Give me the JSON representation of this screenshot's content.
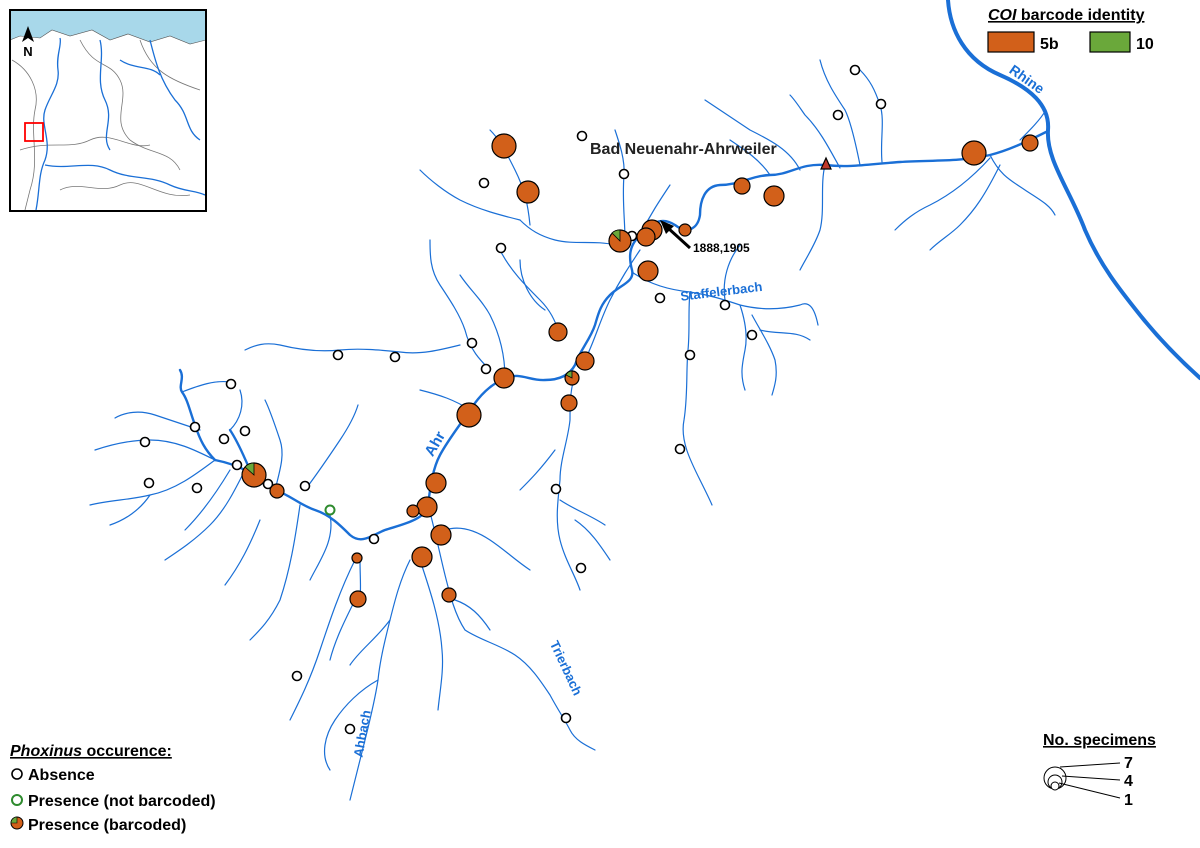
{
  "colors": {
    "river": "#1a6fd6",
    "haplotype_5b": "#d2601a",
    "haplotype_10": "#6aa83a",
    "presence_not_barcoded": "#2e8b2e",
    "absence": "#000000",
    "town_marker": "#c0392b",
    "inset_sea": "#a8d8ea",
    "inset_box": "#ff0000"
  },
  "inset": {
    "north": "N"
  },
  "labels": {
    "town": "Bad Neuenahr-Ahrweiler",
    "historic_records": "1888,1905",
    "rhine": "Rhine",
    "ahr": "Ahr",
    "staffelerbach": "Staffelerbach",
    "trierbach": "Trierbach",
    "ahbach": "Ahbach"
  },
  "legend_barcode": {
    "title_italic": "COI",
    "title_rest": " barcode identity",
    "items": [
      {
        "key": "5b",
        "label": "5b",
        "color": "#d2601a"
      },
      {
        "key": "10",
        "label": "10",
        "color": "#6aa83a"
      }
    ]
  },
  "legend_occurrence": {
    "title_italic": "Phoxinus",
    "title_rest": " occurence:",
    "items": [
      {
        "key": "absence",
        "label": "Absence"
      },
      {
        "key": "not_barcoded",
        "label": "Presence (not barcoded)"
      },
      {
        "key": "barcoded",
        "label": "Presence (barcoded)"
      }
    ]
  },
  "legend_size": {
    "title": "No. specimens",
    "values": [
      "7",
      "4",
      "1"
    ]
  }
}
